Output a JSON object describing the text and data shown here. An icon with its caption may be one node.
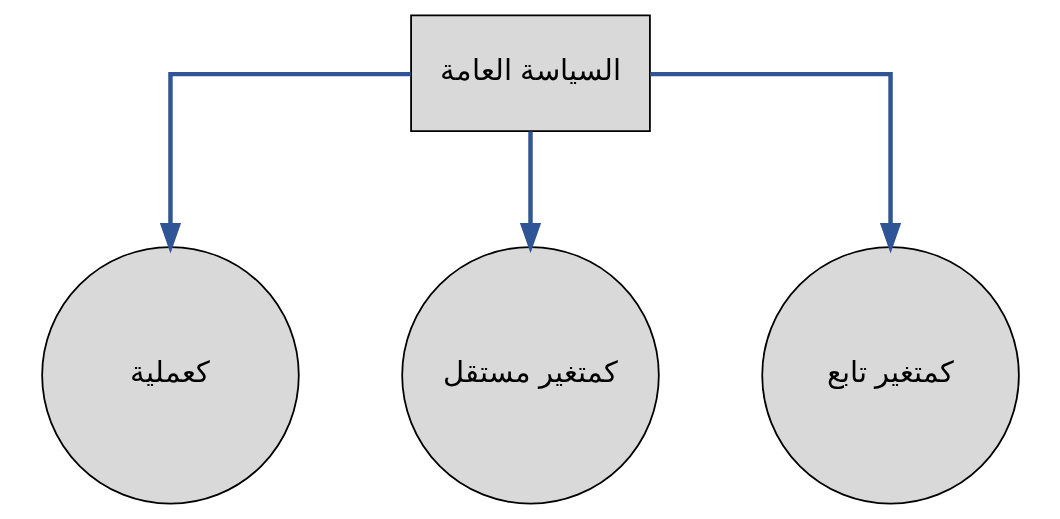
{
  "diagram": {
    "nodes": [
      {
        "text": [
          "السياسة العامة"
        ]
      },
      {
        "text": [
          "كعملية"
        ]
      },
      {
        "text": [
          "كمتغير مستقل"
        ]
      },
      {
        "text": [
          "كمتغير تابع"
        ]
      }
    ],
    "edges": [
      {
        "from": 0,
        "to": 1,
        "arrow": "to"
      },
      {
        "from": 0,
        "to": 2,
        "arrow": "to"
      },
      {
        "from": 0,
        "to": 3,
        "arrow": "to"
      }
    ]
  }
}
